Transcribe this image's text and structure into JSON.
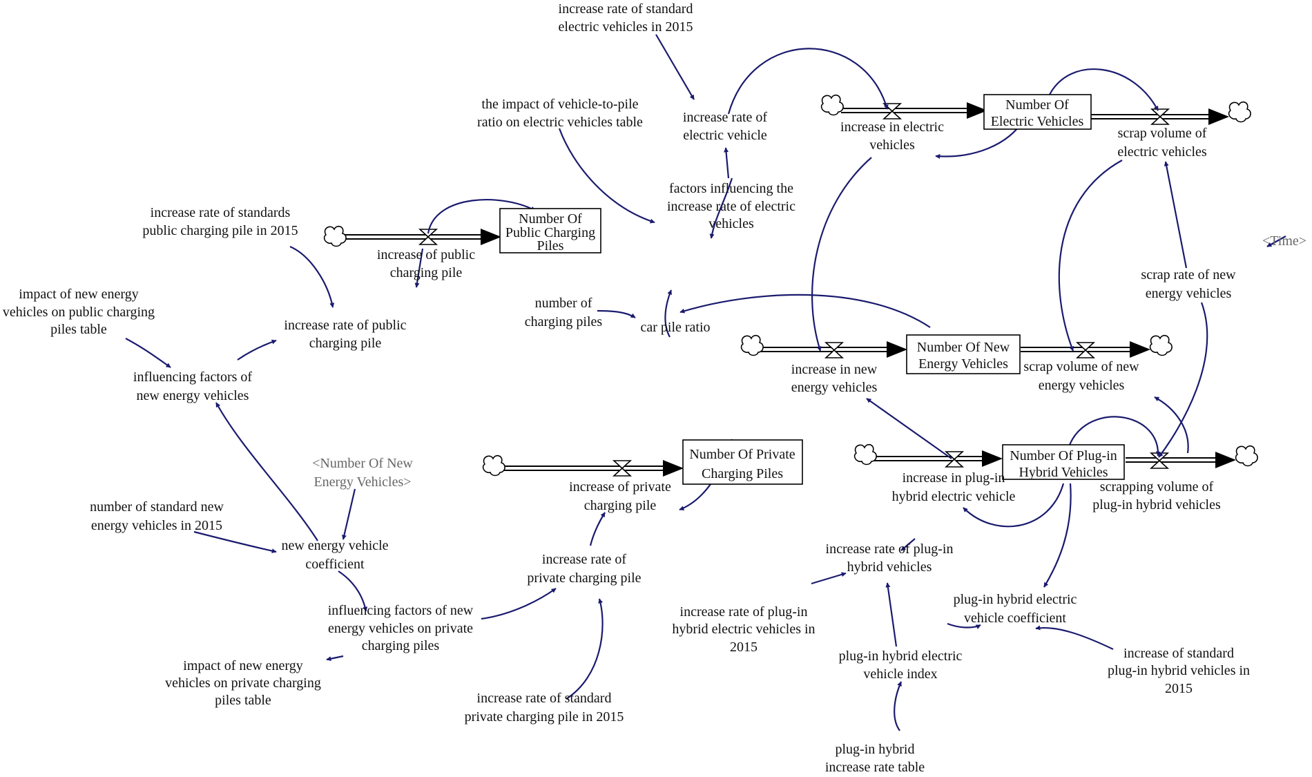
{
  "colors": {
    "link": "#1a1a6e",
    "shadow_text": "#666666",
    "text": "#111111"
  },
  "icons": {
    "source_sink": "cloud-icon",
    "valve": "valve-icon"
  },
  "stocks": {
    "electric": [
      "Number Of",
      "Electric Vehicles"
    ],
    "public_piles": [
      "Number Of",
      "Public Charging",
      "Piles"
    ],
    "new_energy": [
      "Number Of New",
      "Energy Vehicles"
    ],
    "private_piles": [
      "Number Of Private",
      "Charging Piles"
    ],
    "plugin": [
      "Number Of Plug-in",
      "Hybrid Vehicles"
    ]
  },
  "flows": {
    "increase_electric": [
      "increase in electric",
      "vehicles"
    ],
    "scrap_electric": [
      "scrap volume of",
      "electric vehicles"
    ],
    "increase_public": [
      "increase of public",
      "charging pile"
    ],
    "increase_new_energy": [
      "increase in new",
      "energy vehicles"
    ],
    "scrap_new_energy": [
      "scrap volume of new",
      "energy vehicles"
    ],
    "increase_private": [
      "increase of private",
      "charging pile"
    ],
    "increase_plugin": [
      "increase in plug-in",
      "hybrid electric vehicle"
    ],
    "scrap_plugin": [
      "scrapping volume of",
      "plug-in hybrid vehicles"
    ]
  },
  "variables": {
    "std_ev_2015": [
      "increase rate of standard",
      "electric vehicles in 2015"
    ],
    "rate_ev": [
      "increase rate of",
      "electric vehicle"
    ],
    "ratio_table": [
      "the impact of vehicle-to-pile",
      "ratio on electric vehicles table"
    ],
    "factors_ev": [
      "factors influencing the",
      "increase rate of electric",
      "vehicles"
    ],
    "std_public_2015": [
      "increase rate of standards",
      "public charging pile in 2015"
    ],
    "num_piles": [
      "number of",
      "charging piles"
    ],
    "car_pile": [
      "car pile ratio"
    ],
    "impact_public_table": [
      "impact of new energy",
      "vehicles on public charging",
      "piles table"
    ],
    "rate_public": [
      "increase rate of public",
      "charging pile"
    ],
    "influencing_factors": [
      "influencing factors of",
      "new energy vehicles"
    ],
    "time_shadow": [
      "<Time>"
    ],
    "scrap_rate": [
      "scrap rate of new",
      "energy vehicles"
    ],
    "nev_shadow": [
      "<Number Of New",
      "Energy Vehicles>"
    ],
    "std_nev_2015": [
      "number of standard new",
      "energy vehicles in 2015"
    ],
    "nev_coef": [
      "new energy vehicle",
      "coefficient"
    ],
    "factors_private": [
      "influencing factors of new",
      "energy vehicles on private",
      "charging piles"
    ],
    "impact_private_table": [
      "impact of new energy",
      "vehicles on private charging",
      "piles table"
    ],
    "rate_private": [
      "increase rate of",
      "private charging pile"
    ],
    "std_private_2015": [
      "increase rate of standard",
      "private charging pile in 2015"
    ],
    "rate_plugin": [
      "increase rate of plug-in",
      "hybrid vehicles"
    ],
    "rate_plugin_2015": [
      "increase rate of plug-in",
      "hybrid electric vehicles in",
      "2015"
    ],
    "plugin_coef": [
      "plug-in hybrid electric",
      "vehicle coefficient"
    ],
    "plugin_index": [
      "plug-in hybrid electric",
      "vehicle index"
    ],
    "std_plugin_2015": [
      "increase of standard",
      "plug-in hybrid vehicles in",
      "2015"
    ],
    "plugin_table": [
      "plug-in hybrid",
      "increase rate table"
    ]
  }
}
